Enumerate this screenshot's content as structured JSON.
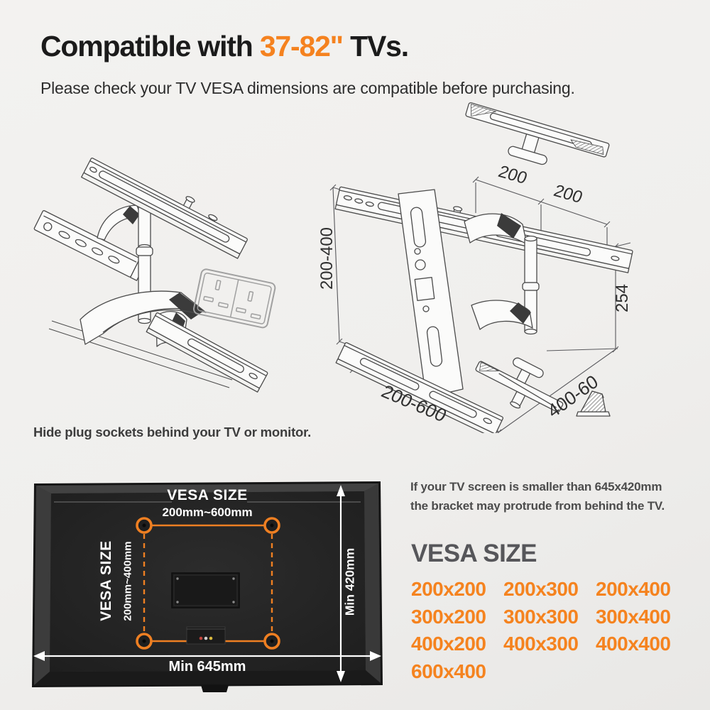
{
  "header": {
    "title_prefix": "Compatible with ",
    "title_highlight": "37-82\"",
    "title_suffix": " TVs.",
    "subtitle": "Please check your TV VESA dimensions are compatible before purchasing."
  },
  "mount_diagrams": {
    "caption": "Hide plug sockets behind your TV or monitor.",
    "icons": {
      "left_diagram": "tv-mount-side-view-line-drawing",
      "right_diagram": "tv-mount-annotated-line-drawing",
      "socket": "uk-double-plug-socket",
      "top_cover": "wall-plate-cover-bar",
      "wedge": "spacer-wedge"
    },
    "dim_top_left": "200",
    "dim_top_right": "200",
    "dim_vesa_vertical": "200-400",
    "dim_depth_right": "254",
    "dim_vesa_horizontal": "200-600",
    "dim_bottom_depth": "400-60"
  },
  "tv_panel": {
    "icon": "tv-back-panel",
    "vesa_title_top": "VESA SIZE",
    "vesa_range_horizontal": "200mm~600mm",
    "vesa_title_left": "VESA SIZE",
    "vesa_range_vertical": "200mm~400mm",
    "min_height": "Min 420mm",
    "min_width": "Min 645mm"
  },
  "vesa_info": {
    "note_line1": "If your TV screen is smaller than 645x420mm",
    "note_line2": "the bracket may protrude from behind the TV.",
    "heading": "VESA SIZE",
    "sizes": [
      [
        "200x200",
        "200x300",
        "200x400"
      ],
      [
        "300x200",
        "300x300",
        "300x400"
      ],
      [
        "400x200",
        "400x300",
        "400x400"
      ],
      [
        "600x400"
      ]
    ]
  },
  "colors": {
    "accent_orange": "#f5831f",
    "title_black": "#1b1b1b",
    "body_text_gray": "#4c4c4c",
    "heading_gray": "#56565a",
    "background": "#f0efed",
    "tv_dark": "#262626",
    "drawing_stroke": "#4a4a4a",
    "dimension_white": "#ffffff"
  }
}
